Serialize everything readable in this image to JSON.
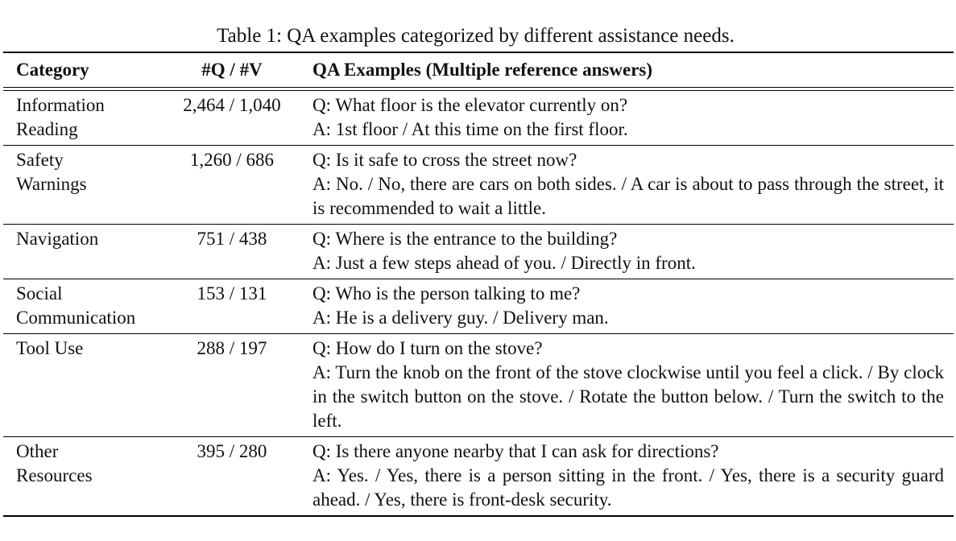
{
  "caption": "Table 1: QA examples categorized by different assistance needs.",
  "headers": {
    "category": "Category",
    "counts": "#Q / #V",
    "examples": "QA Examples (Multiple reference answers)"
  },
  "rows": [
    {
      "category": [
        "Information",
        "Reading"
      ],
      "counts": "2,464 / 1,040",
      "q": "Q: What floor is the elevator currently on?",
      "a": "A: 1st floor / At this time on the first floor."
    },
    {
      "category": [
        "Safety",
        "Warnings"
      ],
      "counts": "1,260 / 686",
      "q": "Q: Is it safe to cross the street now?",
      "a": "A: No. / No, there are cars on both sides. / A car is about to pass through the street, it is recommended to wait a little."
    },
    {
      "category": [
        "Navigation",
        ""
      ],
      "counts": "751 / 438",
      "q": "Q: Where is the entrance to the building?",
      "a": "A: Just a few steps ahead of you. / Directly in front."
    },
    {
      "category": [
        "Social",
        "Communication"
      ],
      "counts": "153 / 131",
      "q": "Q: Who is the person talking to me?",
      "a": "A: He is a delivery guy. / Delivery man."
    },
    {
      "category": [
        "Tool Use",
        ""
      ],
      "counts": "288 / 197",
      "q": "Q: How do I turn on the stove?",
      "a": "A: Turn the knob on the front of the stove clockwise until you feel a click. / By clock in the switch button on the stove. / Rotate the button below. / Turn the switch to the left."
    },
    {
      "category": [
        "Other",
        "Resources"
      ],
      "counts": "395 / 280",
      "q": "Q: Is there anyone nearby that I can ask for directions?",
      "a": "A: Yes. / Yes, there is a person sitting in the front. / Yes, there is a security guard ahead. / Yes, there is front-desk security."
    }
  ]
}
